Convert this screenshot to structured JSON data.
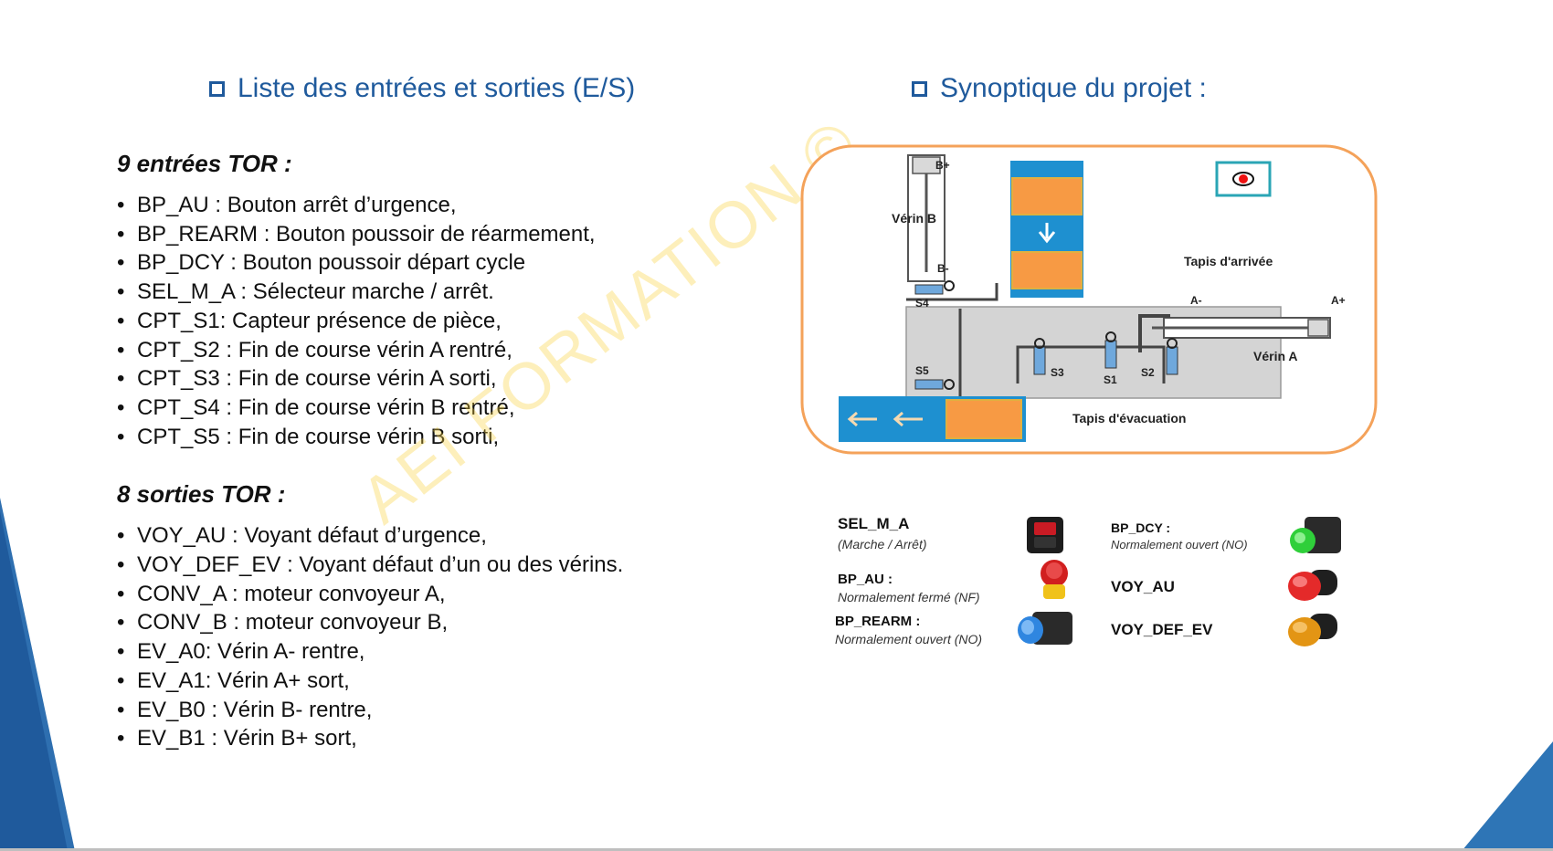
{
  "headings": {
    "left": "Liste des entrées et sorties (E/S)",
    "right": "Synoptique du projet :"
  },
  "inputs": {
    "title": "9 entrées TOR :",
    "items": [
      "BP_AU : Bouton arrêt d’urgence,",
      "BP_REARM : Bouton poussoir de réarmement,",
      "BP_DCY : Bouton poussoir départ cycle",
      "SEL_M_A : Sélecteur marche / arrêt.",
      "CPT_S1: Capteur présence de pièce,",
      "CPT_S2 : Fin de course vérin A rentré,",
      "CPT_S3 : Fin de course vérin A sorti,",
      "CPT_S4 : Fin de course vérin B rentré,",
      "CPT_S5 : Fin de course vérin B sorti,"
    ]
  },
  "outputs": {
    "title": "8 sorties TOR :",
    "items": [
      "VOY_AU : Voyant défaut d’urgence,",
      "VOY_DEF_EV : Voyant défaut d’un ou des vérins.",
      "CONV_A : moteur convoyeur A,",
      "CONV_B : moteur convoyeur B,",
      "EV_A0: Vérin A- rentre,",
      "EV_A1: Vérin A+ sort,",
      "EV_B0 : Vérin B- rentre,",
      "EV_B1 : Vérin B+ sort,"
    ]
  },
  "watermark": "AEI FORMATION ©",
  "synoptic": {
    "verin_b": "Vérin B",
    "verin_a": "Vérin A",
    "b_plus": "B+",
    "b_minus": "B-",
    "a_plus": "A+",
    "a_minus": "A-",
    "tapis_arrivee": "Tapis d'arrivée",
    "tapis_evacuation": "Tapis d'évacuation",
    "s1": "S1",
    "s2": "S2",
    "s3": "S3",
    "s4": "S4",
    "s5": "S5"
  },
  "legend": {
    "sel_m_a": "SEL_M_A",
    "sel_m_a_sub": "(Marche / Arrêt)",
    "bp_au": "BP_AU :",
    "bp_au_sub": "Normalement fermé (NF)",
    "bp_rearm": "BP_REARM :",
    "bp_rearm_sub": "Normalement ouvert (NO)",
    "bp_dcy": "BP_DCY :",
    "bp_dcy_sub": "Normalement ouvert (NO)",
    "voy_au": "VOY_AU",
    "voy_def_ev": "VOY_DEF_EV"
  },
  "colors": {
    "heading": "#1f5a9c",
    "accent_blue": "#2e75b6",
    "conveyor_blue": "#1e90d0",
    "part_orange": "#f79a44",
    "frame_orange": "#f4a25a",
    "watermark": "#f9d24a"
  }
}
